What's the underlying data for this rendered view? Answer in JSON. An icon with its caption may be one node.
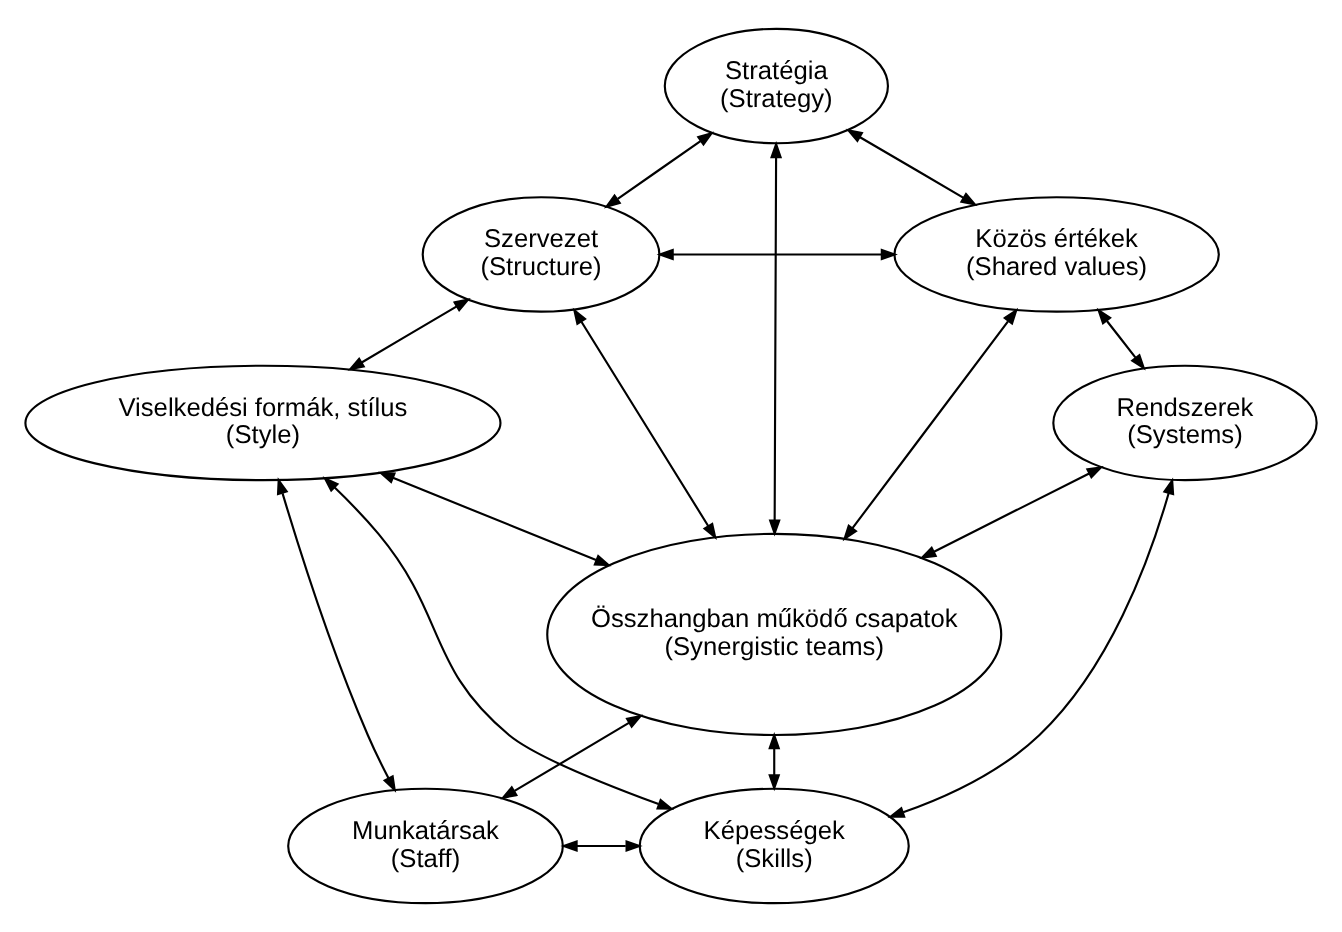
{
  "diagram": {
    "nodes": [
      {
        "text": [
          "Stratégia",
          "(Strategy)"
        ]
      },
      {
        "text": [
          "Szervezet",
          "(Structure)"
        ]
      },
      {
        "text": [
          "Közös értékek",
          "(Shared values)"
        ]
      },
      {
        "text": [
          "Összhangban működő csapatok",
          "(Synergistic teams)"
        ]
      },
      {
        "text": [
          "Viselkedési formák, stílus",
          "(Style)"
        ]
      },
      {
        "text": [
          "Rendszerek",
          "(Systems)"
        ]
      },
      {
        "text": [
          "Munkatársak",
          "(Staff)"
        ]
      },
      {
        "text": [
          "Képességek",
          "(Skills)"
        ]
      }
    ],
    "edges": [
      {
        "from": 1,
        "to": 0,
        "arrow": "both"
      },
      {
        "from": 0,
        "to": 2,
        "arrow": "both"
      },
      {
        "from": 1,
        "to": 2,
        "arrow": "both"
      },
      {
        "from": 0,
        "to": 3,
        "arrow": "both"
      },
      {
        "from": 1,
        "to": 3,
        "arrow": "both"
      },
      {
        "from": 2,
        "to": 3,
        "arrow": "both"
      },
      {
        "from": 2,
        "to": 5,
        "arrow": "both"
      },
      {
        "from": 1,
        "to": 4,
        "arrow": "both"
      },
      {
        "from": 4,
        "to": 3,
        "arrow": "both"
      },
      {
        "from": 3,
        "to": 5,
        "arrow": "both"
      },
      {
        "from": 3,
        "to": 6,
        "arrow": "both"
      },
      {
        "from": 3,
        "to": 7,
        "arrow": "both"
      },
      {
        "from": 4,
        "to": 6,
        "arrow": "both"
      },
      {
        "from": 4,
        "to": 7,
        "arrow": "both"
      },
      {
        "from": 5,
        "to": 7,
        "arrow": "both"
      },
      {
        "from": 6,
        "to": 7,
        "arrow": "both"
      }
    ]
  }
}
